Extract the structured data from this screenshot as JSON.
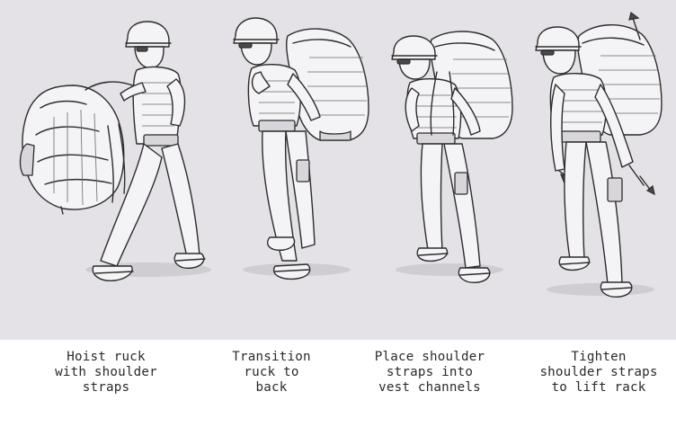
{
  "steps": [
    {
      "caption_lines": [
        "Hoist ruck",
        "with shoulder",
        "straps"
      ]
    },
    {
      "caption_lines": [
        "Transition",
        "ruck to",
        "back"
      ]
    },
    {
      "caption_lines": [
        "Place shoulder",
        "straps into",
        "vest channels"
      ]
    },
    {
      "caption_lines": [
        "Tighten",
        "shoulder straps",
        "to lift rack"
      ]
    }
  ],
  "colors": {
    "panel_background": "#e4e2e6",
    "line_art": "#2c2c2c",
    "caption_text": "#2a2a2a"
  }
}
